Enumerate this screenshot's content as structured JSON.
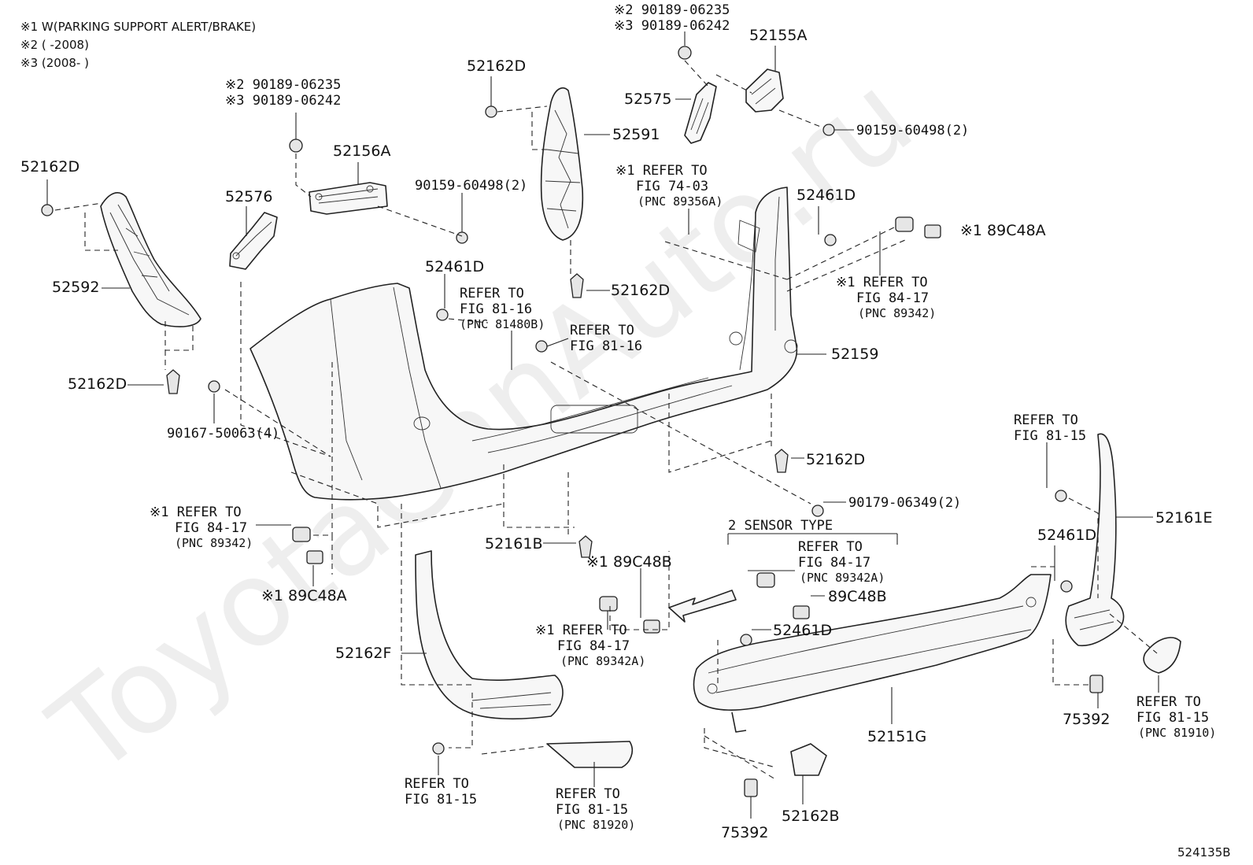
{
  "notes": {
    "n1": "※1 W(PARKING SUPPORT ALERT/BRAKE)",
    "n2": "※2 (      -2008)",
    "n3": "※3 (2008-      )"
  },
  "watermark": "ToyotaCanAuto.ru",
  "figure_id": "524135B",
  "labels": {
    "p52162D_a": "52162D",
    "p52162D_b": "52162D",
    "p52162D_c": "52162D",
    "p52162D_d": "52162D",
    "p52162D_e": "52162D",
    "p52592": "52592",
    "p52576": "52576",
    "p52156A": "52156A",
    "p52591": "52591",
    "p52575": "52575",
    "p52155A": "52155A",
    "p52461D_a": "52461D",
    "p52461D_b": "52461D",
    "p52461D_c": "52461D",
    "p52461D_d": "52461D",
    "p52159": "52159",
    "p52161B": "52161B",
    "p52161E": "52161E",
    "p52162F": "52162F",
    "p52151G": "52151G",
    "p52162B": "52162B",
    "p75392_a": "75392",
    "p75392_b": "75392",
    "p89C48A_a": "※1 89C48A",
    "p89C48A_b": "※1 89C48A",
    "p89C48B_a": "※1 89C48B",
    "p89C48B_b": "89C48B",
    "bolt_06235_a": "※2 90189-06235",
    "bolt_06242_a": "※3 90189-06242",
    "bolt_06235_b": "※2 90189-06235",
    "bolt_06242_b": "※3 90189-06242",
    "screw_60498_a": "90159-60498(2)",
    "screw_60498_b": "90159-60498(2)",
    "bolt_50063": "90167-50063(4)",
    "nut_06349": "90179-06349(2)",
    "sensor_type": "2 SENSOR TYPE"
  },
  "refs": {
    "r74_03": [
      "※1 REFER TO",
      "FIG 74-03",
      "(PNC 89356A)"
    ],
    "r81_16a": [
      "REFER TO",
      "FIG 81-16",
      "(PNC 81480B)"
    ],
    "r81_16b": [
      "REFER TO",
      "FIG 81-16"
    ],
    "r84_17a": [
      "※1 REFER TO",
      "FIG 84-17",
      "(PNC 89342)"
    ],
    "r84_17b": [
      "※1 REFER TO",
      "FIG 84-17",
      "(PNC 89342)"
    ],
    "r84_17c": [
      "※1 REFER TO",
      "FIG 84-17",
      "(PNC 89342A)"
    ],
    "r84_17d": [
      "REFER TO",
      "FIG 84-17",
      "(PNC 89342A)"
    ],
    "r81_15a": [
      "REFER TO",
      "FIG 81-15"
    ],
    "r81_15b": [
      "REFER TO",
      "FIG 81-15",
      "(PNC 81910)"
    ],
    "r81_15c": [
      "REFER TO",
      "FIG 81-15"
    ],
    "r81_15d": [
      "REFER TO",
      "FIG 81-15",
      "(PNC 81920)"
    ]
  }
}
